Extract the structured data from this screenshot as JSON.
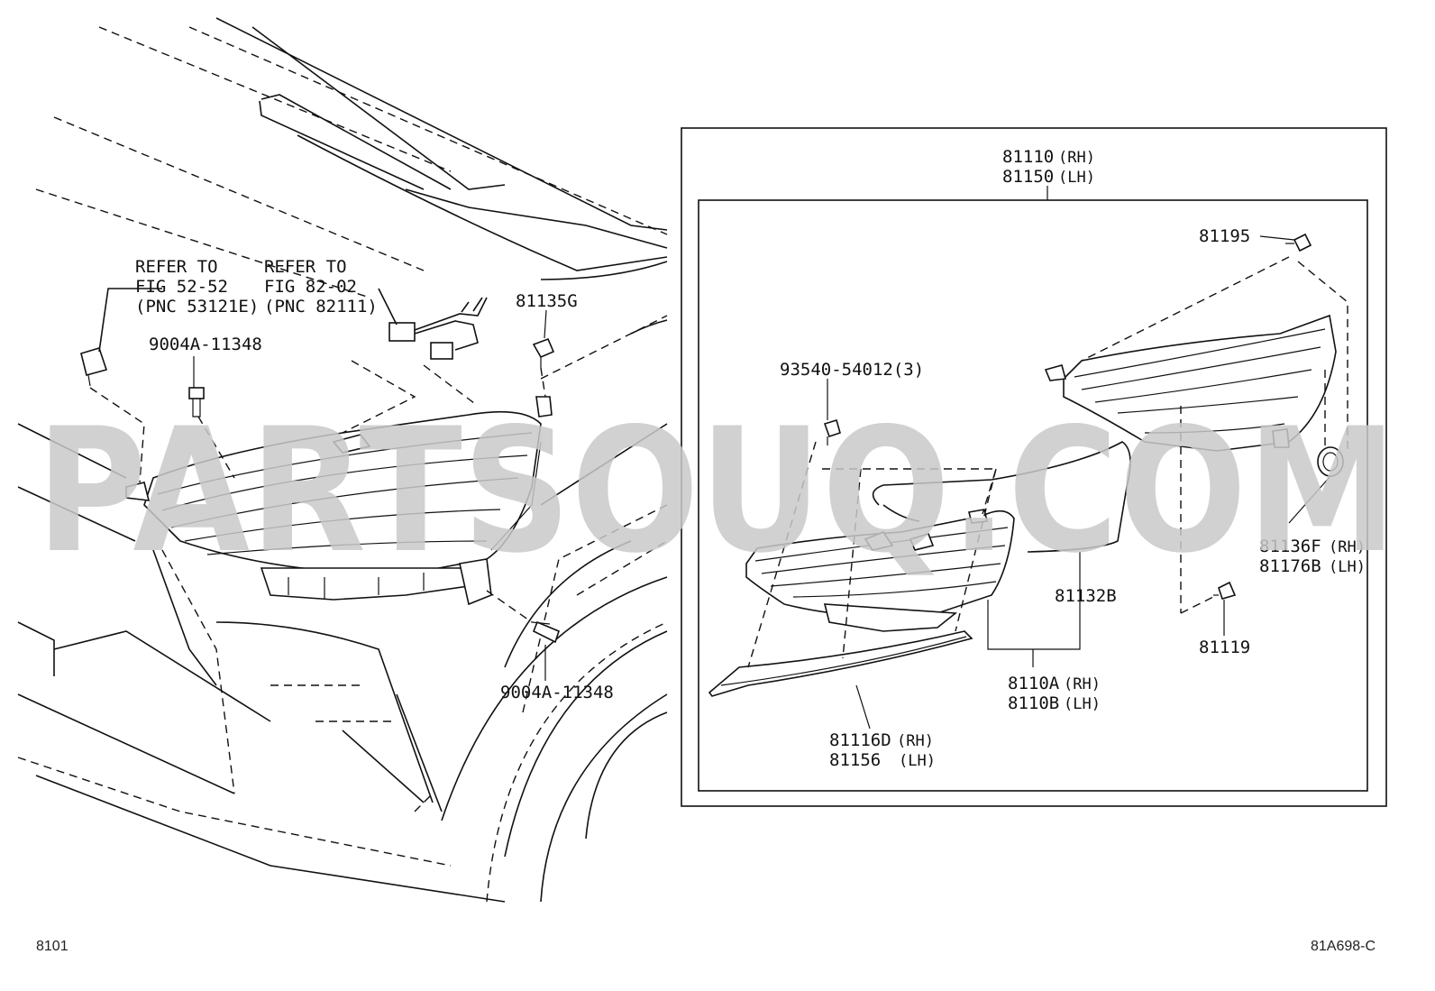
{
  "refs": {
    "refer_left": [
      "REFER TO",
      "FIG 52-52",
      "(PNC 53121E)"
    ],
    "refer_right": [
      "REFER TO",
      "FIG 82-02",
      "(PNC 82111)"
    ]
  },
  "labels": {
    "bolt_top": "9004A-11348",
    "bolt_bottom": "9004A-11348",
    "clip": "81135G",
    "assy_rh": "81110",
    "assy_lh": "81150",
    "screw_top": "81195",
    "bulb": "93540-54012(3)",
    "cap_rh": "81136F",
    "cap_lh": "81176B",
    "wire": "81132B",
    "screw_bottom": "81119",
    "unit_rh": "8110A",
    "unit_lh": "8110B",
    "trim_rh": "81116D",
    "trim_lh": "81156",
    "side_rh": "(RH)",
    "side_lh": "(LH)"
  },
  "watermark": "PARTSOUQ.COM",
  "footer": {
    "left": "8101",
    "right": "81A698-C"
  }
}
